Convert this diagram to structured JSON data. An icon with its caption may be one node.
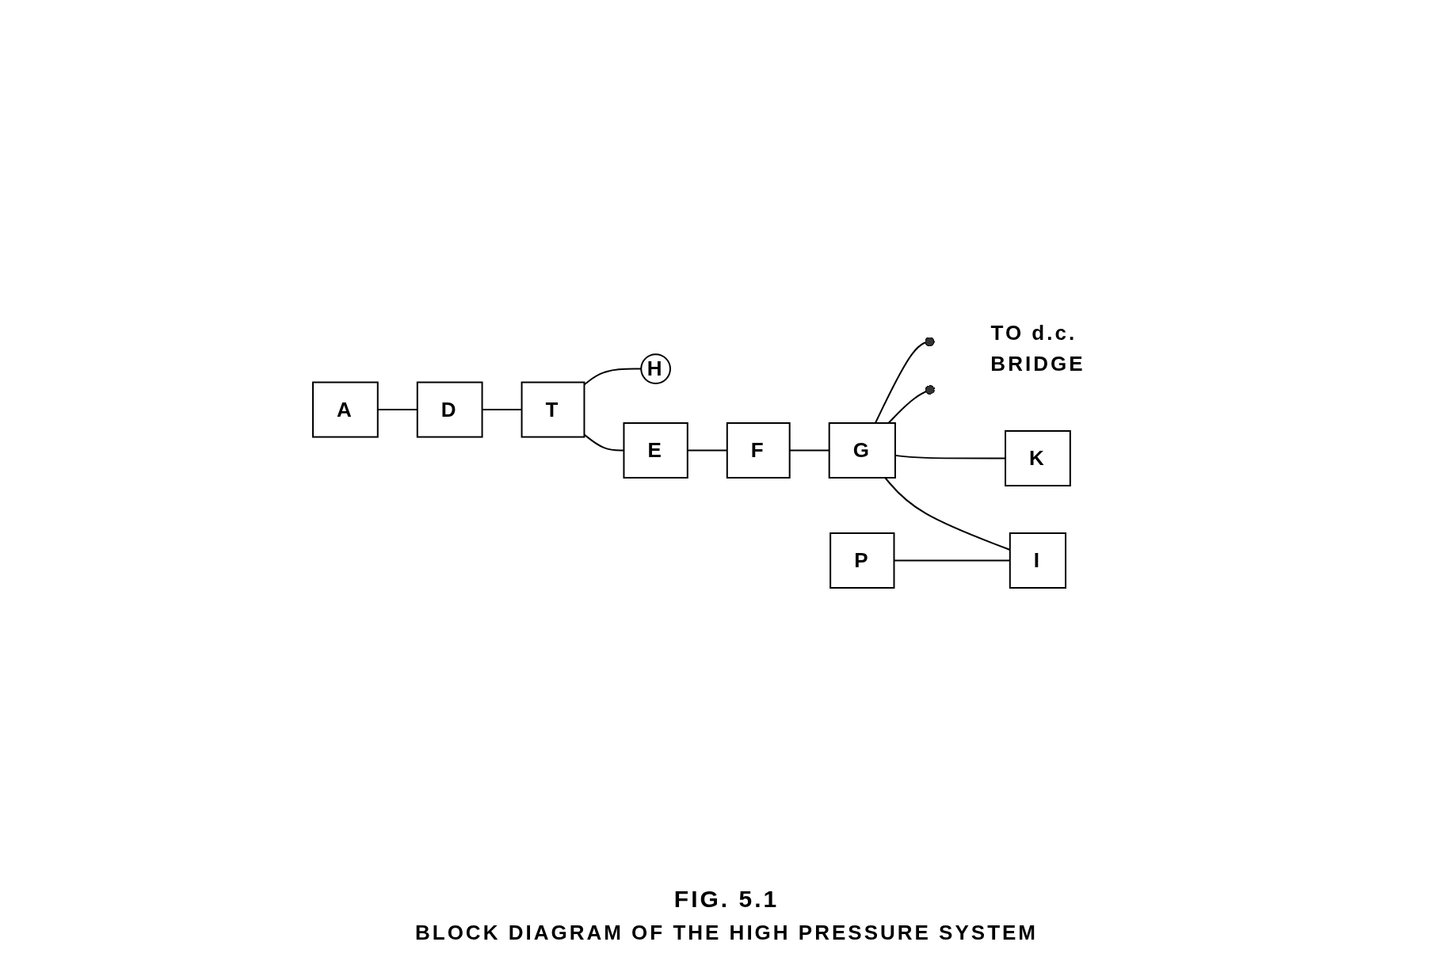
{
  "diagram": {
    "title": "FIG. 5.1",
    "caption": "BLOCK DIAGRAM OF THE HIGH PRESSURE SYSTEM",
    "nodes": [
      {
        "text": [
          "H"
        ]
      },
      {
        "text": [
          "D"
        ]
      },
      {
        "text": [
          "T"
        ]
      },
      {
        "text": [
          "E"
        ]
      },
      {
        "text": [
          "TO d.c. BRIDGE"
        ]
      },
      {
        "text": [
          "A"
        ]
      },
      {
        "text": [
          "F"
        ]
      },
      {
        "text": [
          "G"
        ]
      },
      {
        "text": [
          "K"
        ]
      },
      {
        "text": [
          "P"
        ]
      },
      {
        "text": [
          "I"
        ]
      }
    ],
    "edges": [
      {
        "from": 5,
        "to": 1,
        "arrow": "none"
      },
      {
        "from": 1,
        "to": 2,
        "arrow": "none"
      },
      {
        "from": 2,
        "to": 0,
        "arrow": "none"
      },
      {
        "from": 2,
        "to": 3,
        "arrow": "none"
      },
      {
        "from": 3,
        "to": 6,
        "arrow": "none"
      },
      {
        "from": 6,
        "to": 7,
        "arrow": "none"
      },
      {
        "from": 7,
        "to": 4,
        "arrow": "other"
      },
      {
        "from": 7,
        "to": 4,
        "arrow": "other"
      },
      {
        "from": 7,
        "to": 8,
        "arrow": "none"
      },
      {
        "from": 7,
        "to": 10,
        "arrow": "none"
      },
      {
        "from": 9,
        "to": 10,
        "arrow": "none"
      }
    ]
  }
}
